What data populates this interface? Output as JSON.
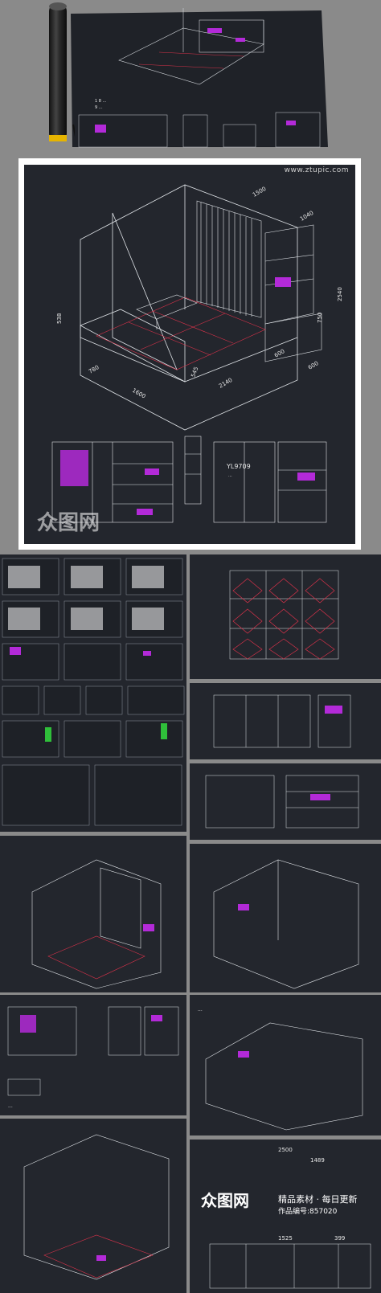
{
  "top_sheet": {
    "labels": [
      "1 8 ...",
      "9 ..."
    ]
  },
  "hero": {
    "site": "www.ztupic.com",
    "dims": {
      "d1500": "1500",
      "d1040": "1040",
      "d538": "538",
      "d780": "780",
      "d545": "545",
      "d1600": "1600",
      "d2140": "2140",
      "d600": "600",
      "d600b": "600",
      "d2540": "2540",
      "d750": "750"
    },
    "elev": {
      "yl": "YL9709",
      "sub": "..."
    }
  },
  "thumbs": {
    "caption_a": "...",
    "caption_b": "..."
  },
  "bottom": {
    "d2500": "2500",
    "d1489": "1489",
    "d1525": "1525",
    "d399": "399"
  },
  "watermark": {
    "brand": "众图网",
    "material": "精品素材 · 每日更新",
    "id": "作品编号:857020"
  }
}
